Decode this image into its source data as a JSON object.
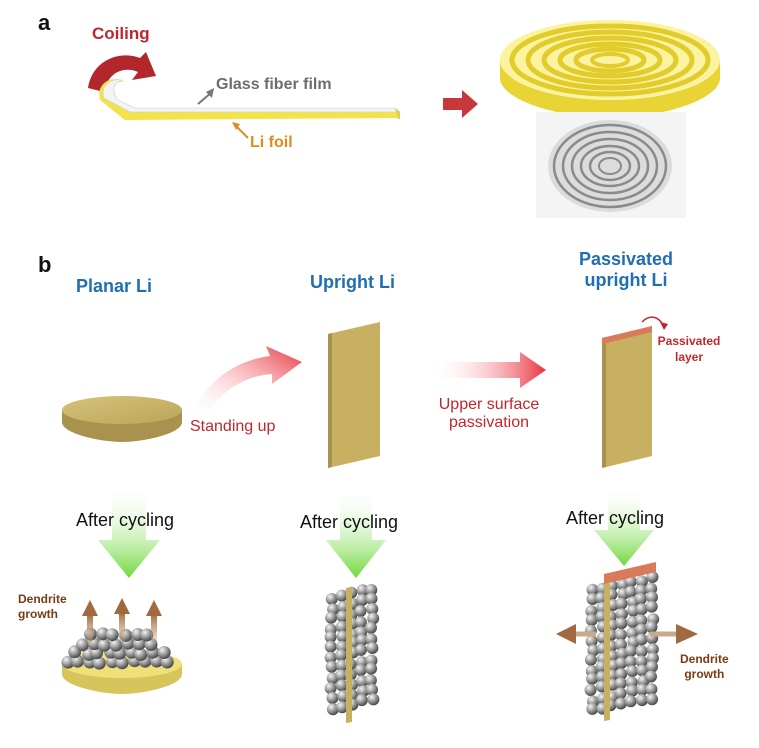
{
  "panel_a": {
    "letter": "a",
    "coiling": "Coiling",
    "glass_fiber_film": "Glass fiber film",
    "li_foil": "Li foil"
  },
  "panel_b": {
    "letter": "b",
    "planar_title": "Planar Li",
    "upright_title": "Upright Li",
    "passivated_title_line1": "Passivated",
    "passivated_title_line2": "upright Li",
    "standing_up": "Standing up",
    "upper_surface_line1": "Upper surface",
    "upper_surface_line2": "passivation",
    "passivated_layer_line1": "Passivated",
    "passivated_layer_line2": "layer",
    "after_cycling": "After cycling",
    "dendrite_line1": "Dendrite",
    "dendrite_line2": "growth"
  },
  "colors": {
    "title_blue": "#1f6fb2",
    "red_label": "#c0272d",
    "orange_label": "#e08a1e",
    "brown_label": "#7a3b12",
    "gray_label": "#6d6d6d",
    "li_gold": "#c9b46a",
    "li_side": "#a8924e",
    "foil_yellow": "#f2e34a",
    "arrow_red": "#e8404a",
    "arrow_green": "#8fe05a",
    "passivation": "#d87b5a",
    "sphere_gray": "#9a9a9a"
  }
}
